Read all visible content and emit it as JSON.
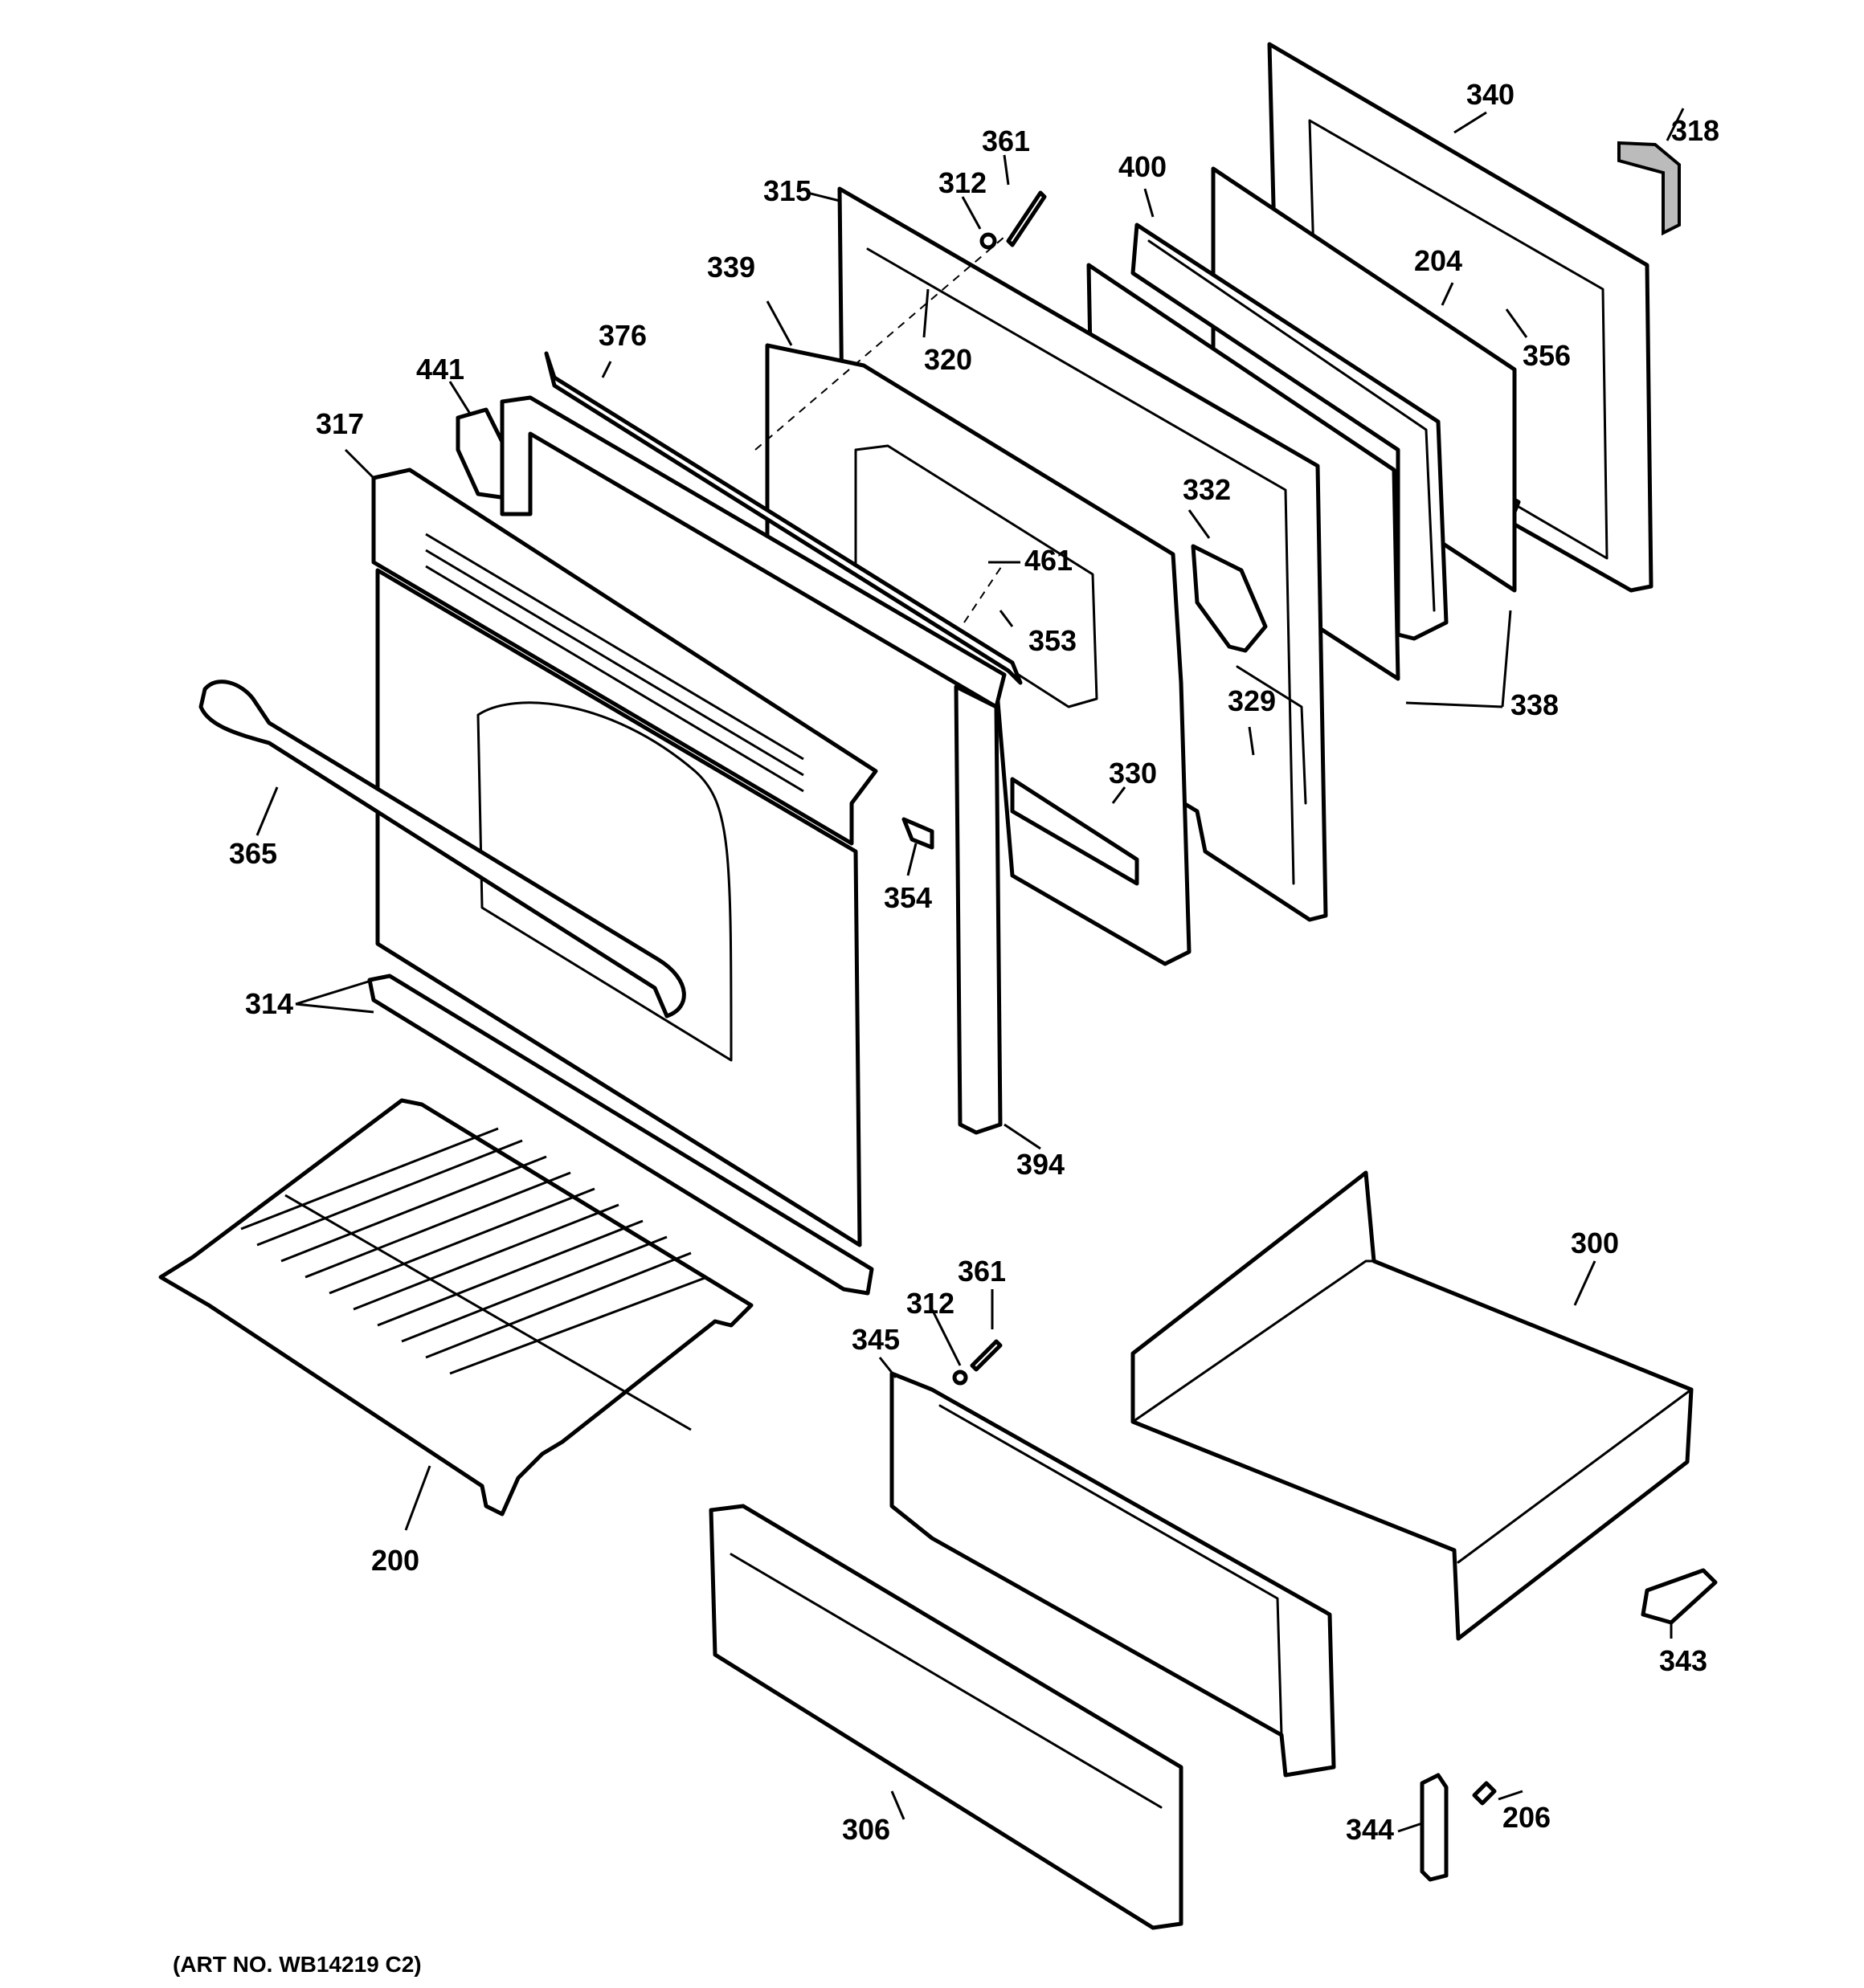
{
  "diagram": {
    "art_number": "(ART NO. WB14219 C2)",
    "callouts": {
      "c340": "340",
      "c318": "318",
      "c361a": "361",
      "c312a": "312",
      "c315": "315",
      "c400": "400",
      "c339": "339",
      "c204": "204",
      "c320": "320",
      "c356": "356",
      "c376": "376",
      "c441": "441",
      "c317": "317",
      "c332": "332",
      "c461": "461",
      "c353": "353",
      "c338": "338",
      "c329": "329",
      "c330": "330",
      "c365": "365",
      "c354": "354",
      "c314": "314",
      "c394": "394",
      "c300": "300",
      "c361b": "361",
      "c312b": "312",
      "c345": "345",
      "c200": "200",
      "c343": "343",
      "c206": "206",
      "c306": "306",
      "c344": "344"
    }
  }
}
